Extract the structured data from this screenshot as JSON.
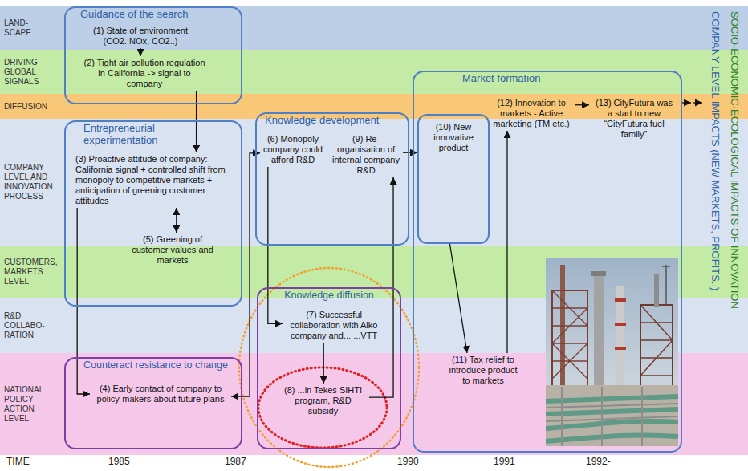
{
  "diagram": {
    "nodes": [
      {
        "text": [
          "LAND- SCAPE"
        ]
      },
      {
        "text": [
          "DRIVING GLOBAL SIGNALS"
        ]
      },
      {
        "text": [
          "DIFFUSION"
        ]
      },
      {
        "text": [
          "COMPANY LEVEL AND INNOVATION PROCESS"
        ]
      },
      {
        "text": [
          "CUSTOMERS, MARKETS LEVEL"
        ]
      },
      {
        "text": [
          "R&D COLLABO- RATION"
        ]
      },
      {
        "text": [
          "NATIONAL POLICY ACTION LEVEL"
        ]
      },
      {
        "text": [
          "Guidance of the search"
        ]
      },
      {
        "text": [
          "(1) State of environment (CO2. NOx, CO2..)"
        ],
        "in": 7
      },
      {
        "text": [
          "(2) Tight air pollution regulation in California -> signal to company"
        ],
        "in": 7
      },
      {
        "text": [
          "Entrepreneurial experimentation"
        ]
      },
      {
        "text": [
          "(3) Proactive attitude of company: California signal + controlled shift from monopoly to competitive markets + anticipation of greening customer attitudes"
        ],
        "in": 10
      },
      {
        "text": [
          "(5) Greening of customer values and markets"
        ],
        "in": 10
      },
      {
        "text": [
          "Counteract resistance to change"
        ]
      },
      {
        "text": [
          "(4) Early contact of company to policy-makers about future plans"
        ],
        "in": 13
      },
      {
        "text": [
          "Knowledge development"
        ]
      },
      {
        "text": [
          "(6) Monopoly company could afford R&D"
        ],
        "in": 15
      },
      {
        "text": [
          "(9) Re-organisation of internal company R&D"
        ],
        "in": 15
      },
      {
        "text": [
          "Knowledge diffusion"
        ]
      },
      {
        "text": [
          "(7) Successful collaboration with Alko company and... ...VTT"
        ],
        "in": 18
      },
      {
        "text": [
          "(8) ...in Tekes SIHTI program, R&D subsidy"
        ],
        "in": 18
      },
      {
        "text": [
          "Market formation"
        ]
      },
      {
        "text": [
          "(10) New innovative product"
        ],
        "in": 21
      },
      {
        "text": [
          "(11) Tax relief to introduce product to markets"
        ],
        "in": 21
      },
      {
        "text": [
          "(12) Innovation to markets - Active marketing (TM etc.)"
        ],
        "in": 21
      },
      {
        "text": [
          "(13) CityFutura was a start to new “CityFutura fuel family”"
        ],
        "in": 21
      }
    ],
    "edges": [
      {
        "from": 8,
        "to": 9,
        "arrow": "to"
      },
      {
        "from": 9,
        "to": 11,
        "arrow": "to"
      },
      {
        "from": 11,
        "to": 14,
        "arrow": "to"
      },
      {
        "from": 11,
        "to": 12,
        "arrow": "both"
      },
      {
        "from": 14,
        "to": 16,
        "arrow": "both"
      },
      {
        "from": 16,
        "to": 19,
        "arrow": "to"
      },
      {
        "from": 19,
        "to": 20,
        "arrow": "to"
      },
      {
        "from": 20,
        "to": 17,
        "arrow": "to"
      },
      {
        "from": 17,
        "to": 22,
        "arrow": "to"
      },
      {
        "from": 22,
        "to": 23,
        "arrow": "to"
      },
      {
        "from": 23,
        "to": 24,
        "arrow": "to"
      },
      {
        "from": 24,
        "to": 25,
        "arrow": "to"
      }
    ],
    "labels": [
      "TIME",
      "1985",
      "1987",
      "1990",
      "1991",
      "1992-",
      "COMPANY LEVEL IMPACTS (NEW MARKETS, PROFITS..)",
      "SOCIO-ECONOMIC-ECOLOGICAL IMPACTS OF INNOVATION"
    ]
  }
}
